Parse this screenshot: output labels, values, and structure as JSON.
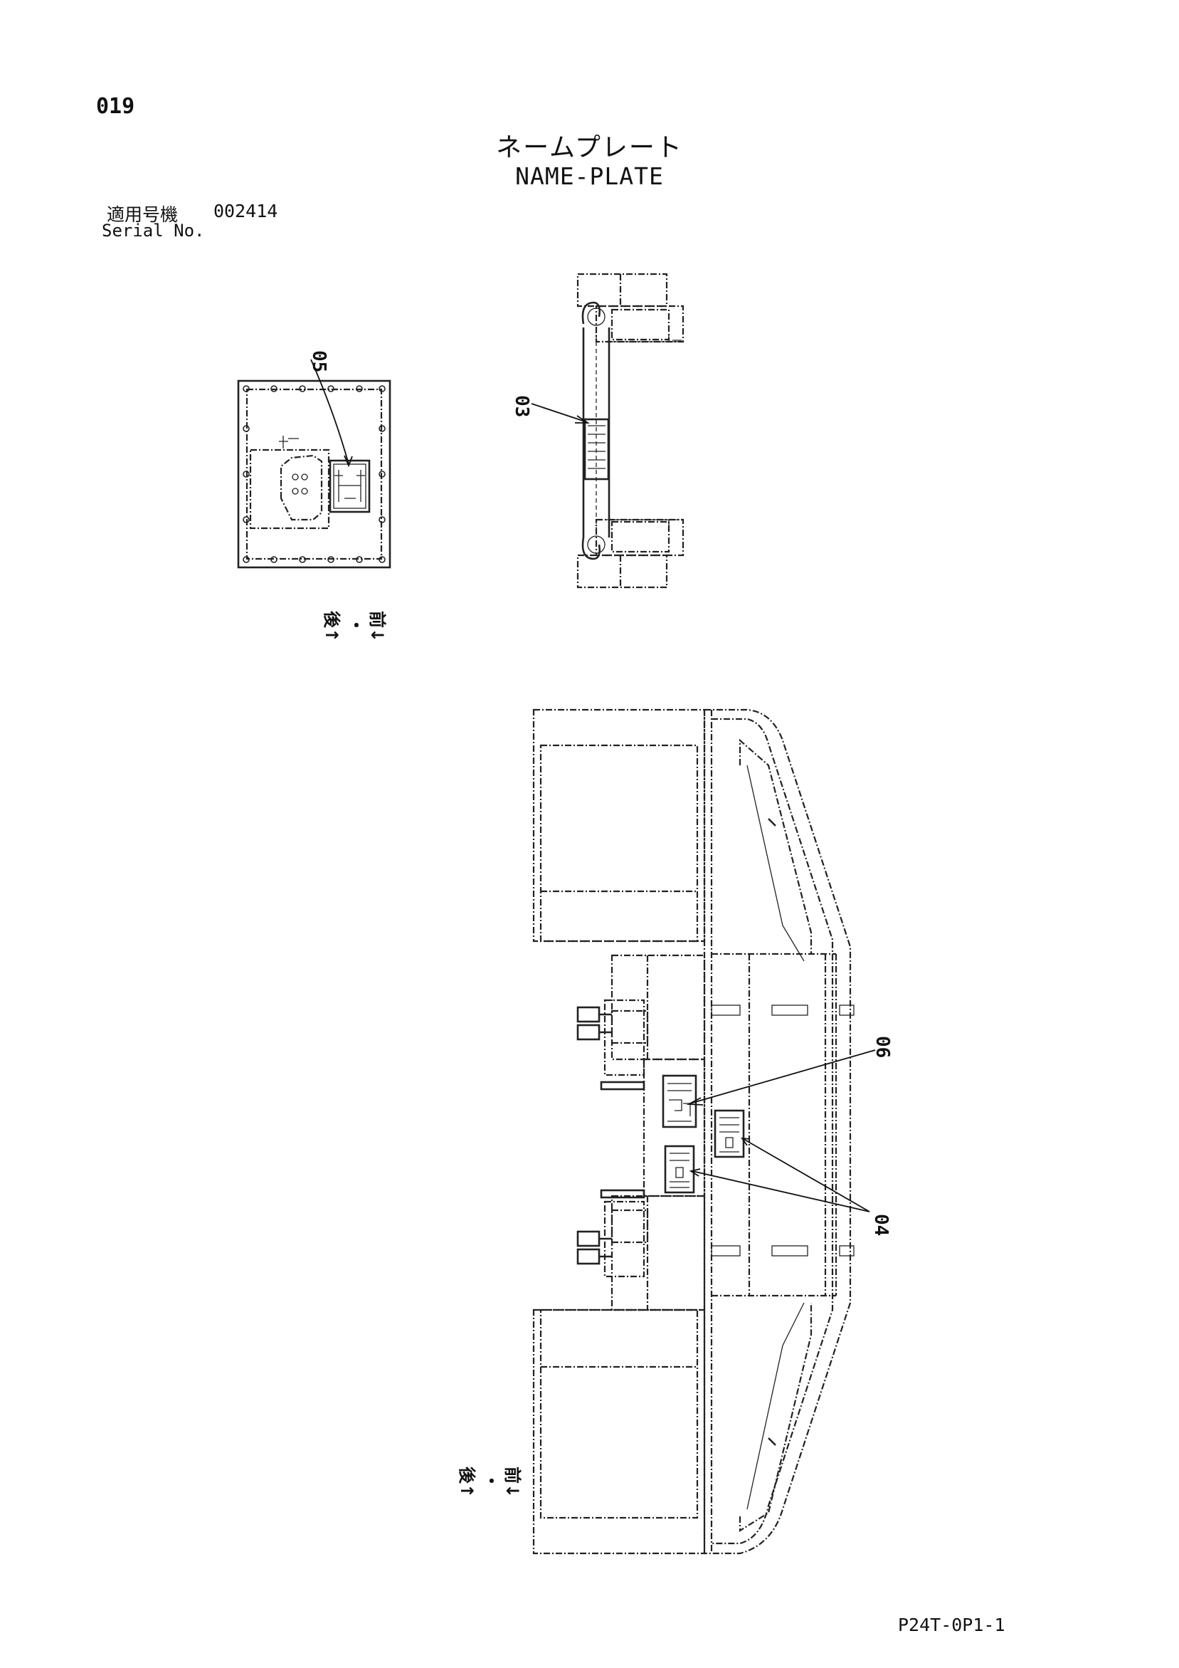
{
  "page_number": "019",
  "title_jp": "ネームプレート",
  "title_en": "NAME-PLATE",
  "serial_label_jp": "適用号機",
  "serial_value": "002414",
  "serial_label_en": "Serial No.",
  "callouts": {
    "c05": "05",
    "c03": "03",
    "c06": "06",
    "c04": "04"
  },
  "direction": {
    "rear": "後↑",
    "sep": "・",
    "front": "前↓"
  },
  "doc_code": "P24T-0P1-1"
}
